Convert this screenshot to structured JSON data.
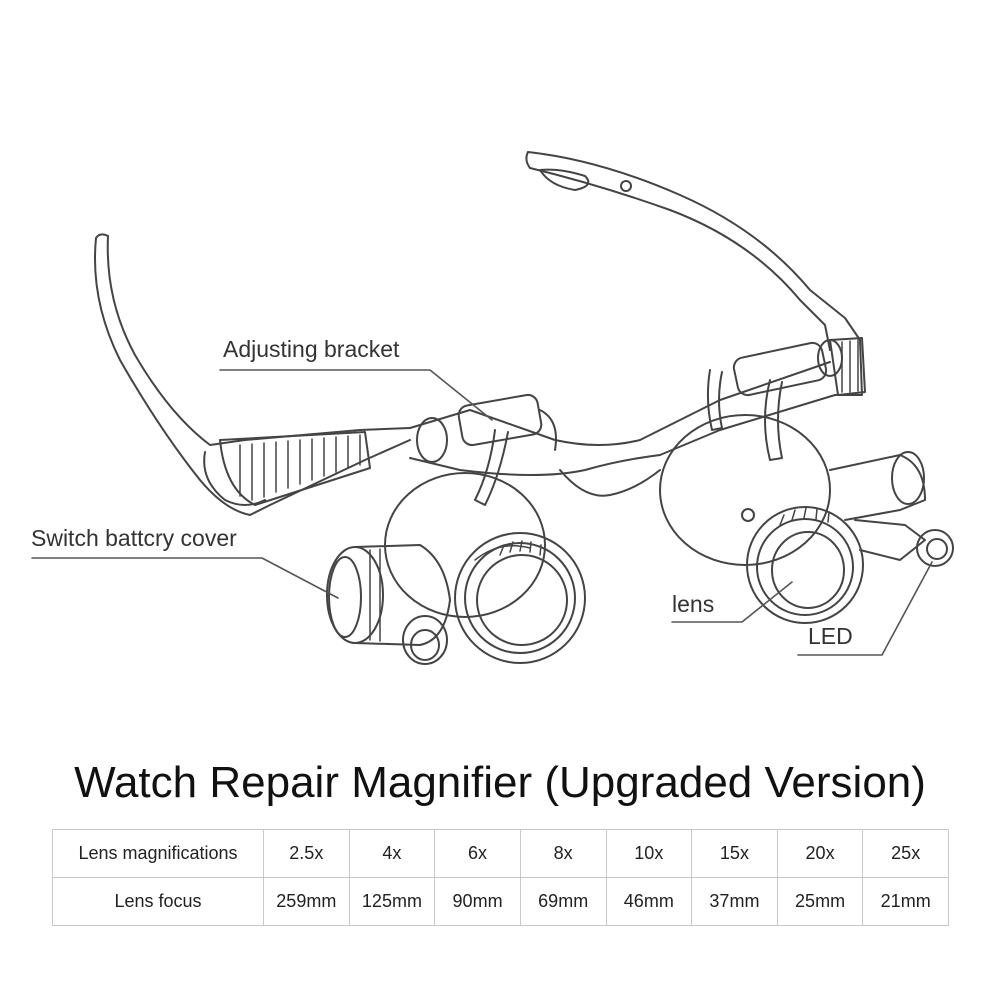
{
  "callouts": {
    "adjusting_bracket": "Adjusting bracket",
    "battery_cover": "Switch battcry cover",
    "lens": "lens",
    "led": "LED"
  },
  "title": "Watch Repair Magnifier (Upgraded Version)",
  "spec_table": {
    "rows": [
      {
        "label": "Lens magnifications",
        "values": [
          "2.5x",
          "4x",
          "6x",
          "8x",
          "10x",
          "15x",
          "20x",
          "25x"
        ]
      },
      {
        "label": "Lens focus",
        "values": [
          "259mm",
          "125mm",
          "90mm",
          "69mm",
          "46mm",
          "37mm",
          "25mm",
          "21mm"
        ]
      }
    ]
  },
  "colors": {
    "line": "#444444",
    "text": "#222222",
    "border": "#c8c8c8"
  }
}
